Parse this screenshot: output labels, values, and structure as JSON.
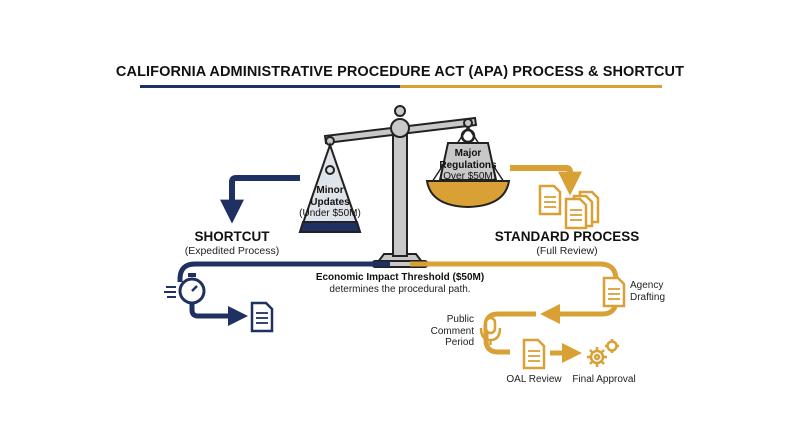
{
  "title": "CALIFORNIA ADMINISTRATIVE PROCEDURE ACT (APA) PROCESS & SHORTCUT",
  "colors": {
    "navy": "#1f3162",
    "gold": "#d9a035",
    "gray": "#c8c8c8",
    "dark": "#222222"
  },
  "scale": {
    "left_pan": {
      "line1": "Minor",
      "line2": "Updates",
      "line3": "(Under $50M)"
    },
    "right_weight": {
      "line1": "Major",
      "line2": "Regulations",
      "line3": "(Over $50M)"
    }
  },
  "shortcut": {
    "heading": "SHORTCUT",
    "sub": "(Expedited Process)",
    "icons": [
      "stopwatch-icon",
      "document-icon"
    ]
  },
  "standard": {
    "heading": "STANDARD PROCESS",
    "sub": "(Full Review)",
    "icons": [
      "documents-stack-icon"
    ]
  },
  "threshold": {
    "line1": "Economic Impact Threshold ($50M)",
    "line2": "determines the procedural path."
  },
  "steps": {
    "agency": {
      "line1": "Agency",
      "line2": "Drafting",
      "icon": "document-icon"
    },
    "public_comment": {
      "line1": "Public",
      "line2": "Comment",
      "line3": "Period",
      "icon": "microphone-icon"
    },
    "oal": {
      "label": "OAL Review",
      "icon": "document-icon"
    },
    "final": {
      "label": "Final Approval",
      "icon": "gears-icon"
    }
  }
}
